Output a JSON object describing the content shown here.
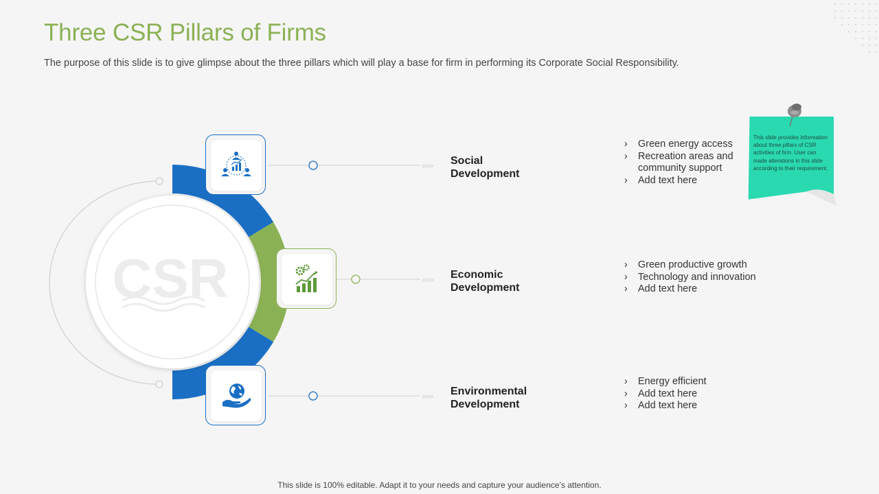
{
  "slide": {
    "title": "Three CSR Pillars of Firms",
    "subtitle": "The purpose of this slide is to give glimpse about the three pillars which will play a base for firm in performing its Corporate Social Responsibility.",
    "center_watermark": "CSR",
    "footer": "This slide is 100% editable. Adapt it to your needs and capture your audience’s attention."
  },
  "colors": {
    "title_green": "#8bb155",
    "blue": "#1a6fc4",
    "green": "#8bb155",
    "note_teal": "#2ad9b0"
  },
  "pillars": [
    {
      "label": "Social Development",
      "icon": "people-network-icon",
      "accent": "blue",
      "bullets": [
        "Green energy access",
        "Recreation areas and community support",
        "Add text here"
      ]
    },
    {
      "label": "Economic Development",
      "icon": "gears-growth-chart-icon",
      "accent": "green",
      "bullets": [
        "Green productive growth",
        "Technology and innovation",
        "Add text here"
      ]
    },
    {
      "label": "Environmental Development",
      "icon": "globe-in-hand-icon",
      "accent": "blue",
      "bullets": [
        "Energy efficient",
        "Add text here",
        "Add text here"
      ]
    }
  ],
  "sticky_note": {
    "text": "This slide provides information about three pillars of CSR activities of firm. User can made alterations in this slide according to their requirement.",
    "icon": "push-pin-icon"
  }
}
